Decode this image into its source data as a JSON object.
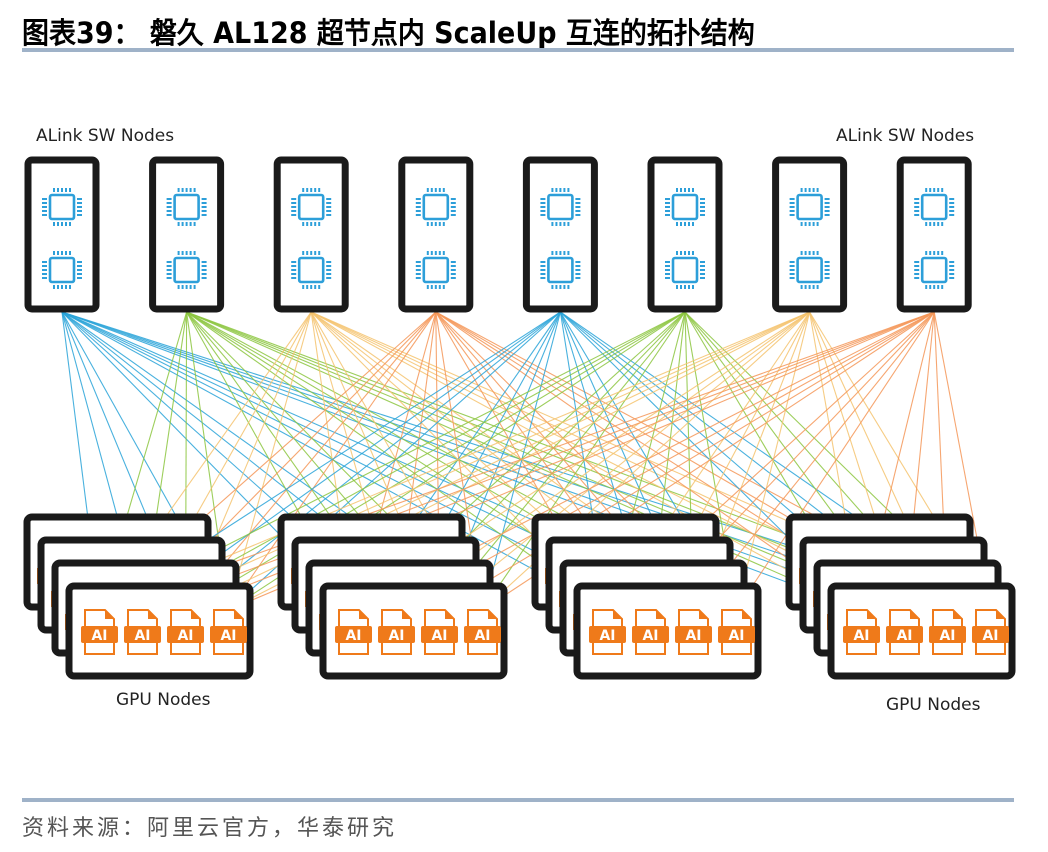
{
  "figure": {
    "title": "图表39： 磐久 AL128 超节点内 ScaleUp 互连的拓扑结构",
    "source": "资料来源：阿里云官方，华泰研究"
  },
  "diagram": {
    "switch_label_left": "ALink SW Nodes",
    "switch_label_right": "ALink SW Nodes",
    "gpu_label_left": "GPU Nodes",
    "gpu_label_right": "GPU Nodes",
    "switch_nodes": [
      {
        "id": "sw1",
        "color": "#29a3d8",
        "chips": 2
      },
      {
        "id": "sw2",
        "color": "#8cc63f",
        "chips": 2
      },
      {
        "id": "sw3",
        "color": "#f5c36e",
        "chips": 2
      },
      {
        "id": "sw4",
        "color": "#f49658",
        "chips": 2
      },
      {
        "id": "sw5",
        "color": "#29a3d8",
        "chips": 2
      },
      {
        "id": "sw6",
        "color": "#8cc63f",
        "chips": 2
      },
      {
        "id": "sw7",
        "color": "#f5c36e",
        "chips": 2
      },
      {
        "id": "sw8",
        "color": "#f49658",
        "chips": 2
      }
    ],
    "gpu_groups": [
      {
        "id": "g1",
        "stacked_nodes": 4,
        "ai_chips": [
          "AI",
          "AI",
          "AI",
          "AI"
        ]
      },
      {
        "id": "g2",
        "stacked_nodes": 4,
        "ai_chips": [
          "AI",
          "AI",
          "AI",
          "AI"
        ]
      },
      {
        "id": "g3",
        "stacked_nodes": 4,
        "ai_chips": [
          "AI",
          "AI",
          "AI",
          "AI"
        ]
      },
      {
        "id": "g4",
        "stacked_nodes": 4,
        "ai_chips": [
          "AI",
          "AI",
          "AI",
          "AI"
        ]
      }
    ],
    "topology": "full-mesh: every switch node connects to every AI chip",
    "colors": {
      "chip_icon": "#2d9fd9",
      "ai_chip": "#ef7a1a",
      "frame": "#1a1a1a"
    }
  }
}
